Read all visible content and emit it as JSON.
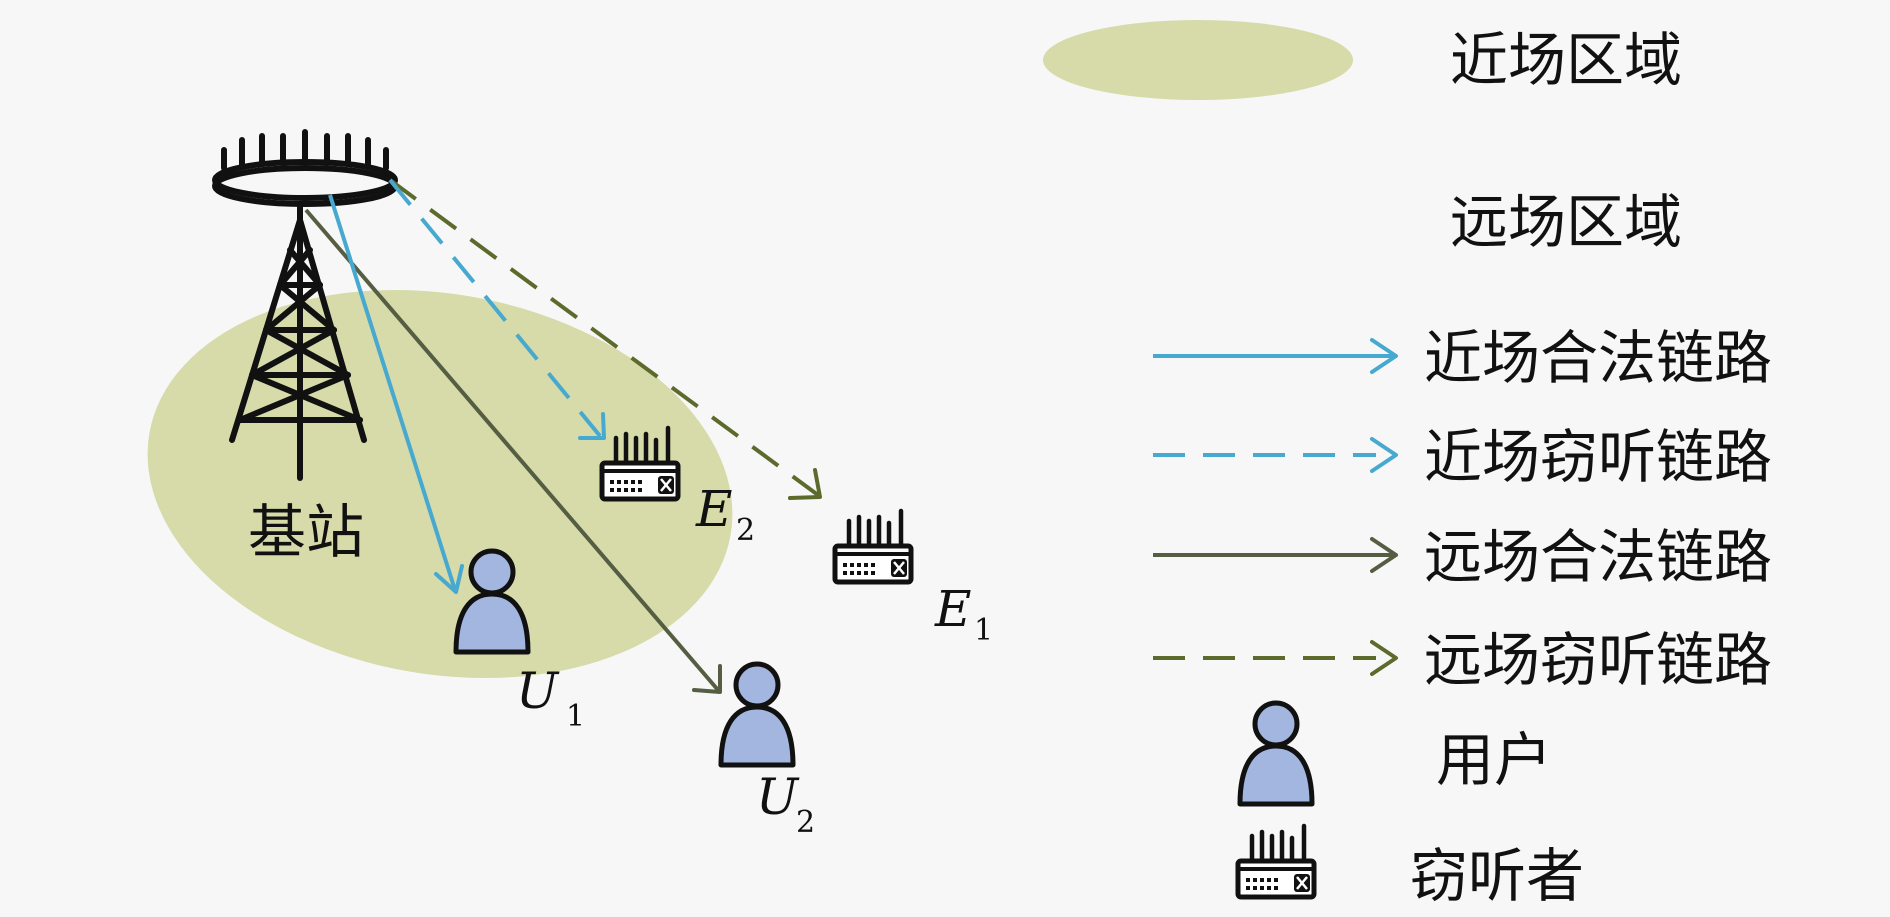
{
  "colors": {
    "near_field_region": "#d6dba9",
    "near_legit_link": "#47a9cf",
    "near_eaves_link": "#47a9cf",
    "far_legit_link": "#555d42",
    "far_eaves_link": "#5c6a2c",
    "user_fill": "#a3b6e0",
    "background": "#f7f7f7"
  },
  "icons": {
    "base_station": "antenna-tower-icon",
    "user": "person-icon",
    "eavesdropper": "router-icon"
  },
  "scene": {
    "base_station_label": "基站",
    "users": [
      {
        "symbol": "U",
        "subscript": "1"
      },
      {
        "symbol": "U",
        "subscript": "2"
      }
    ],
    "eavesdroppers": [
      {
        "symbol": "E",
        "subscript": "2"
      },
      {
        "symbol": "E",
        "subscript": "1"
      }
    ]
  },
  "legend": {
    "near_region": "近场区域",
    "far_region": "远场区域",
    "near_legit_link": "近场合法链路",
    "near_eaves_link": "近场窃听链路",
    "far_legit_link": "远场合法链路",
    "far_eaves_link": "远场窃听链路",
    "user": "用户",
    "eavesdropper": "窃听者"
  }
}
